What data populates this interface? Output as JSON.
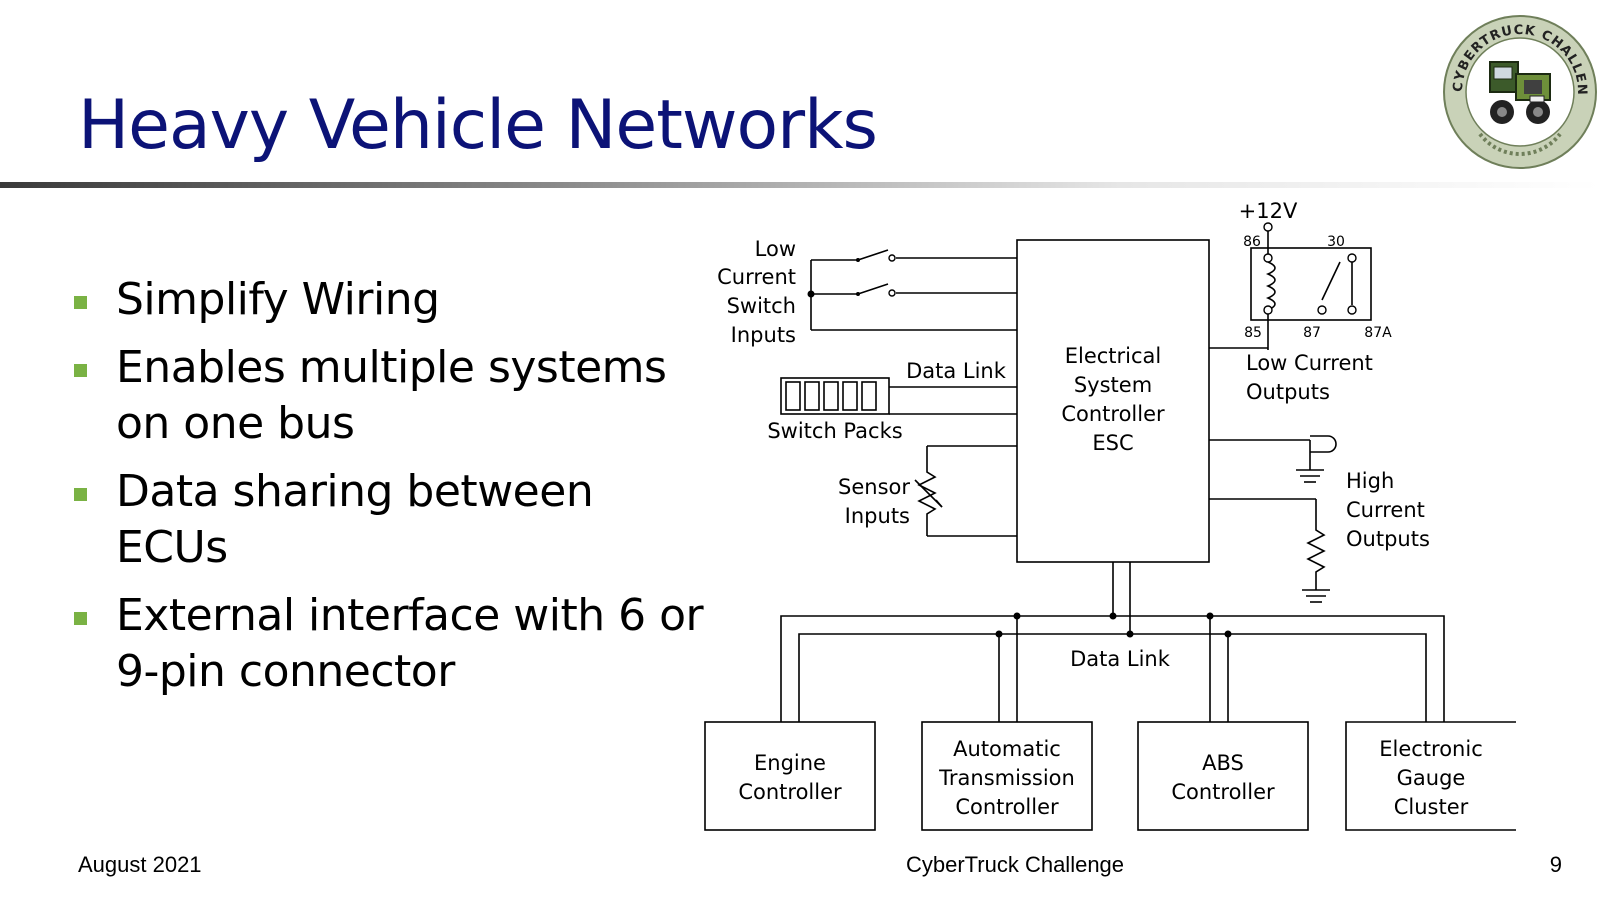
{
  "slide": {
    "title": "Heavy Vehicle Networks",
    "bullets": [
      "Simplify Wiring",
      "Enables multiple systems on one bus",
      "Data sharing between ECUs",
      "External interface with 6 or 9-pin connector"
    ],
    "footer": {
      "date": "August 2021",
      "center": "CyberTruck Challenge",
      "page": "9"
    },
    "accent_color": "#0c1377",
    "bullet_color": "#7ab244"
  },
  "logo": {
    "text": "CYBERTRUCK CHALLENGE",
    "icon": "truck-logo-icon"
  },
  "diagram": {
    "supply": "+12V",
    "relay_pins": [
      "86",
      "30",
      "85",
      "87",
      "87A"
    ],
    "low_current_switch_inputs": [
      "Low",
      "Current",
      "Switch",
      "Inputs"
    ],
    "data_link_top": "Data Link",
    "switch_packs": "Switch Packs",
    "sensor_inputs": [
      "Sensor",
      "Inputs"
    ],
    "esc": [
      "Electrical",
      "System",
      "Controller",
      "ESC"
    ],
    "low_current_outputs": [
      "Low Current",
      "Outputs"
    ],
    "high_current_outputs": [
      "High",
      "Current",
      "Outputs"
    ],
    "data_link_bus": "Data Link",
    "modules": [
      {
        "lines": [
          "Engine",
          "Controller"
        ]
      },
      {
        "lines": [
          "Automatic",
          "Transmission",
          "Controller"
        ]
      },
      {
        "lines": [
          "ABS",
          "Controller"
        ]
      },
      {
        "lines": [
          "Electronic",
          "Gauge",
          "Cluster"
        ]
      }
    ]
  }
}
